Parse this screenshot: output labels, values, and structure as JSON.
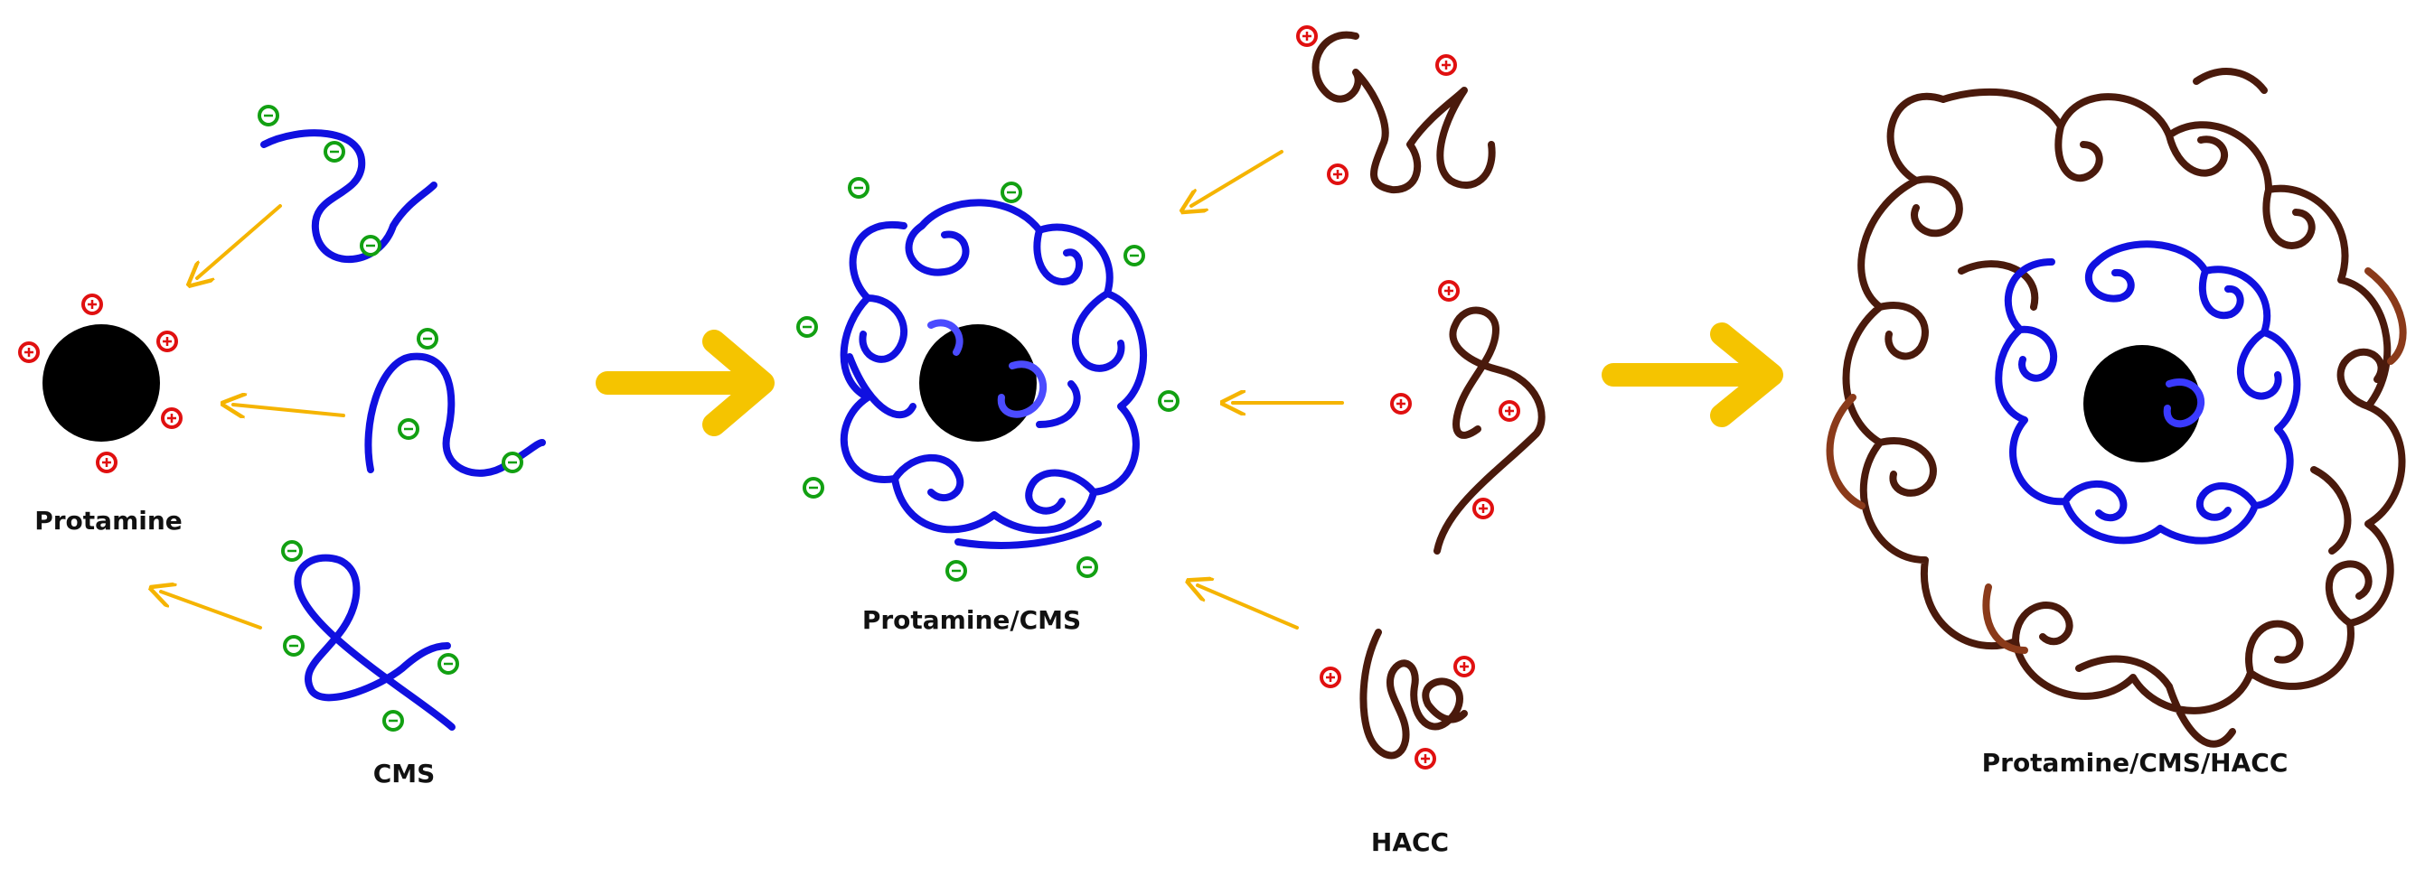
{
  "labels": {
    "protamine": "Protamine",
    "cms": "CMS",
    "protamine_cms": "Protamine/CMS",
    "hacc": "HACC",
    "protamine_cms_hacc": "Protamine/CMS/HACC"
  },
  "colors": {
    "core": "#000000",
    "cms_chain": "#1010e0",
    "hacc_chain": "#4a1a0c",
    "positive_charge": "#e01010",
    "negative_charge": "#12a012",
    "arrow": "#f5c400"
  },
  "charge_symbols": {
    "positive": "+",
    "negative": "−"
  }
}
